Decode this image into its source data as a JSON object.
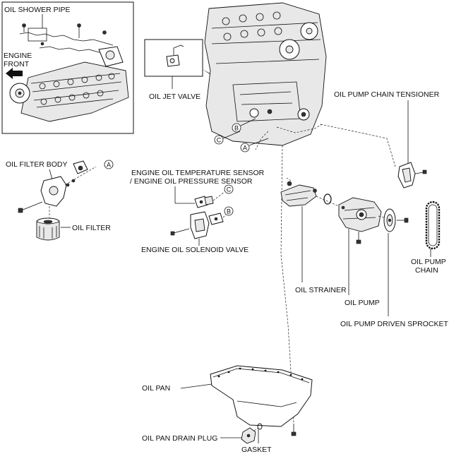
{
  "labels": {
    "oil_shower_pipe": "OIL SHOWER PIPE",
    "engine": "ENGINE",
    "front": "FRONT",
    "oil_jet_valve": "OIL JET VALVE",
    "oil_pump_chain_tensioner": "OIL PUMP CHAIN TENSIONER",
    "oil_filter_body": "OIL FILTER BODY",
    "oil_filter": "OIL FILTER",
    "temp_sensor_line1": "ENGINE OIL TEMPERATURE SENSOR",
    "temp_sensor_line2": "/ ENGINE OIL PRESSURE SENSOR",
    "engine_oil_solenoid_valve": "ENGINE OIL SOLENOID VALVE",
    "oil_strainer": "OIL STRAINER",
    "oil_pump": "OIL PUMP",
    "oil_pump_driven_sprocket": "OIL PUMP DRIVEN SPROCKET",
    "oil_pump_chain_line1": "OIL PUMP",
    "oil_pump_chain_line2": "CHAIN",
    "oil_pan": "OIL PAN",
    "oil_pan_drain_plug": "OIL PAN DRAIN PLUG",
    "gasket": "GASKET"
  },
  "callouts": {
    "a": "A",
    "b": "B",
    "c": "C"
  }
}
